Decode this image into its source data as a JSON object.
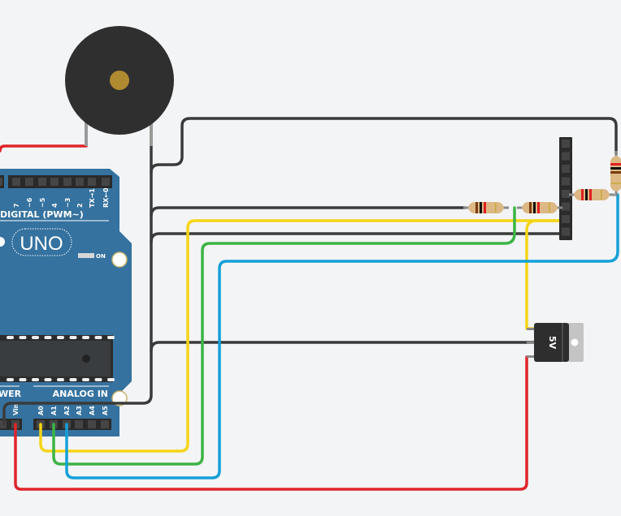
{
  "board": {
    "name": "UNO",
    "digital_label": "DIGITAL (PWM~)",
    "digital_pins": [
      "7",
      "~6",
      "~5",
      "4",
      "~3",
      "2",
      "TX→1",
      "RX←0"
    ],
    "on_label": "ON",
    "power_label": "WER",
    "analog_label": "ANALOG IN",
    "analog_pins": [
      "A0",
      "A1",
      "A2",
      "A3",
      "A4",
      "A5"
    ],
    "vin_label": "Vin"
  },
  "regulator": {
    "label": "5V"
  },
  "colors": {
    "background": "#f3f4f6",
    "board": "#35729f",
    "wire_red": "#e0252a",
    "wire_black": "#3a3a3a",
    "wire_yellow": "#f6d516",
    "wire_green": "#3cb444",
    "wire_blue": "#14a0d8"
  }
}
